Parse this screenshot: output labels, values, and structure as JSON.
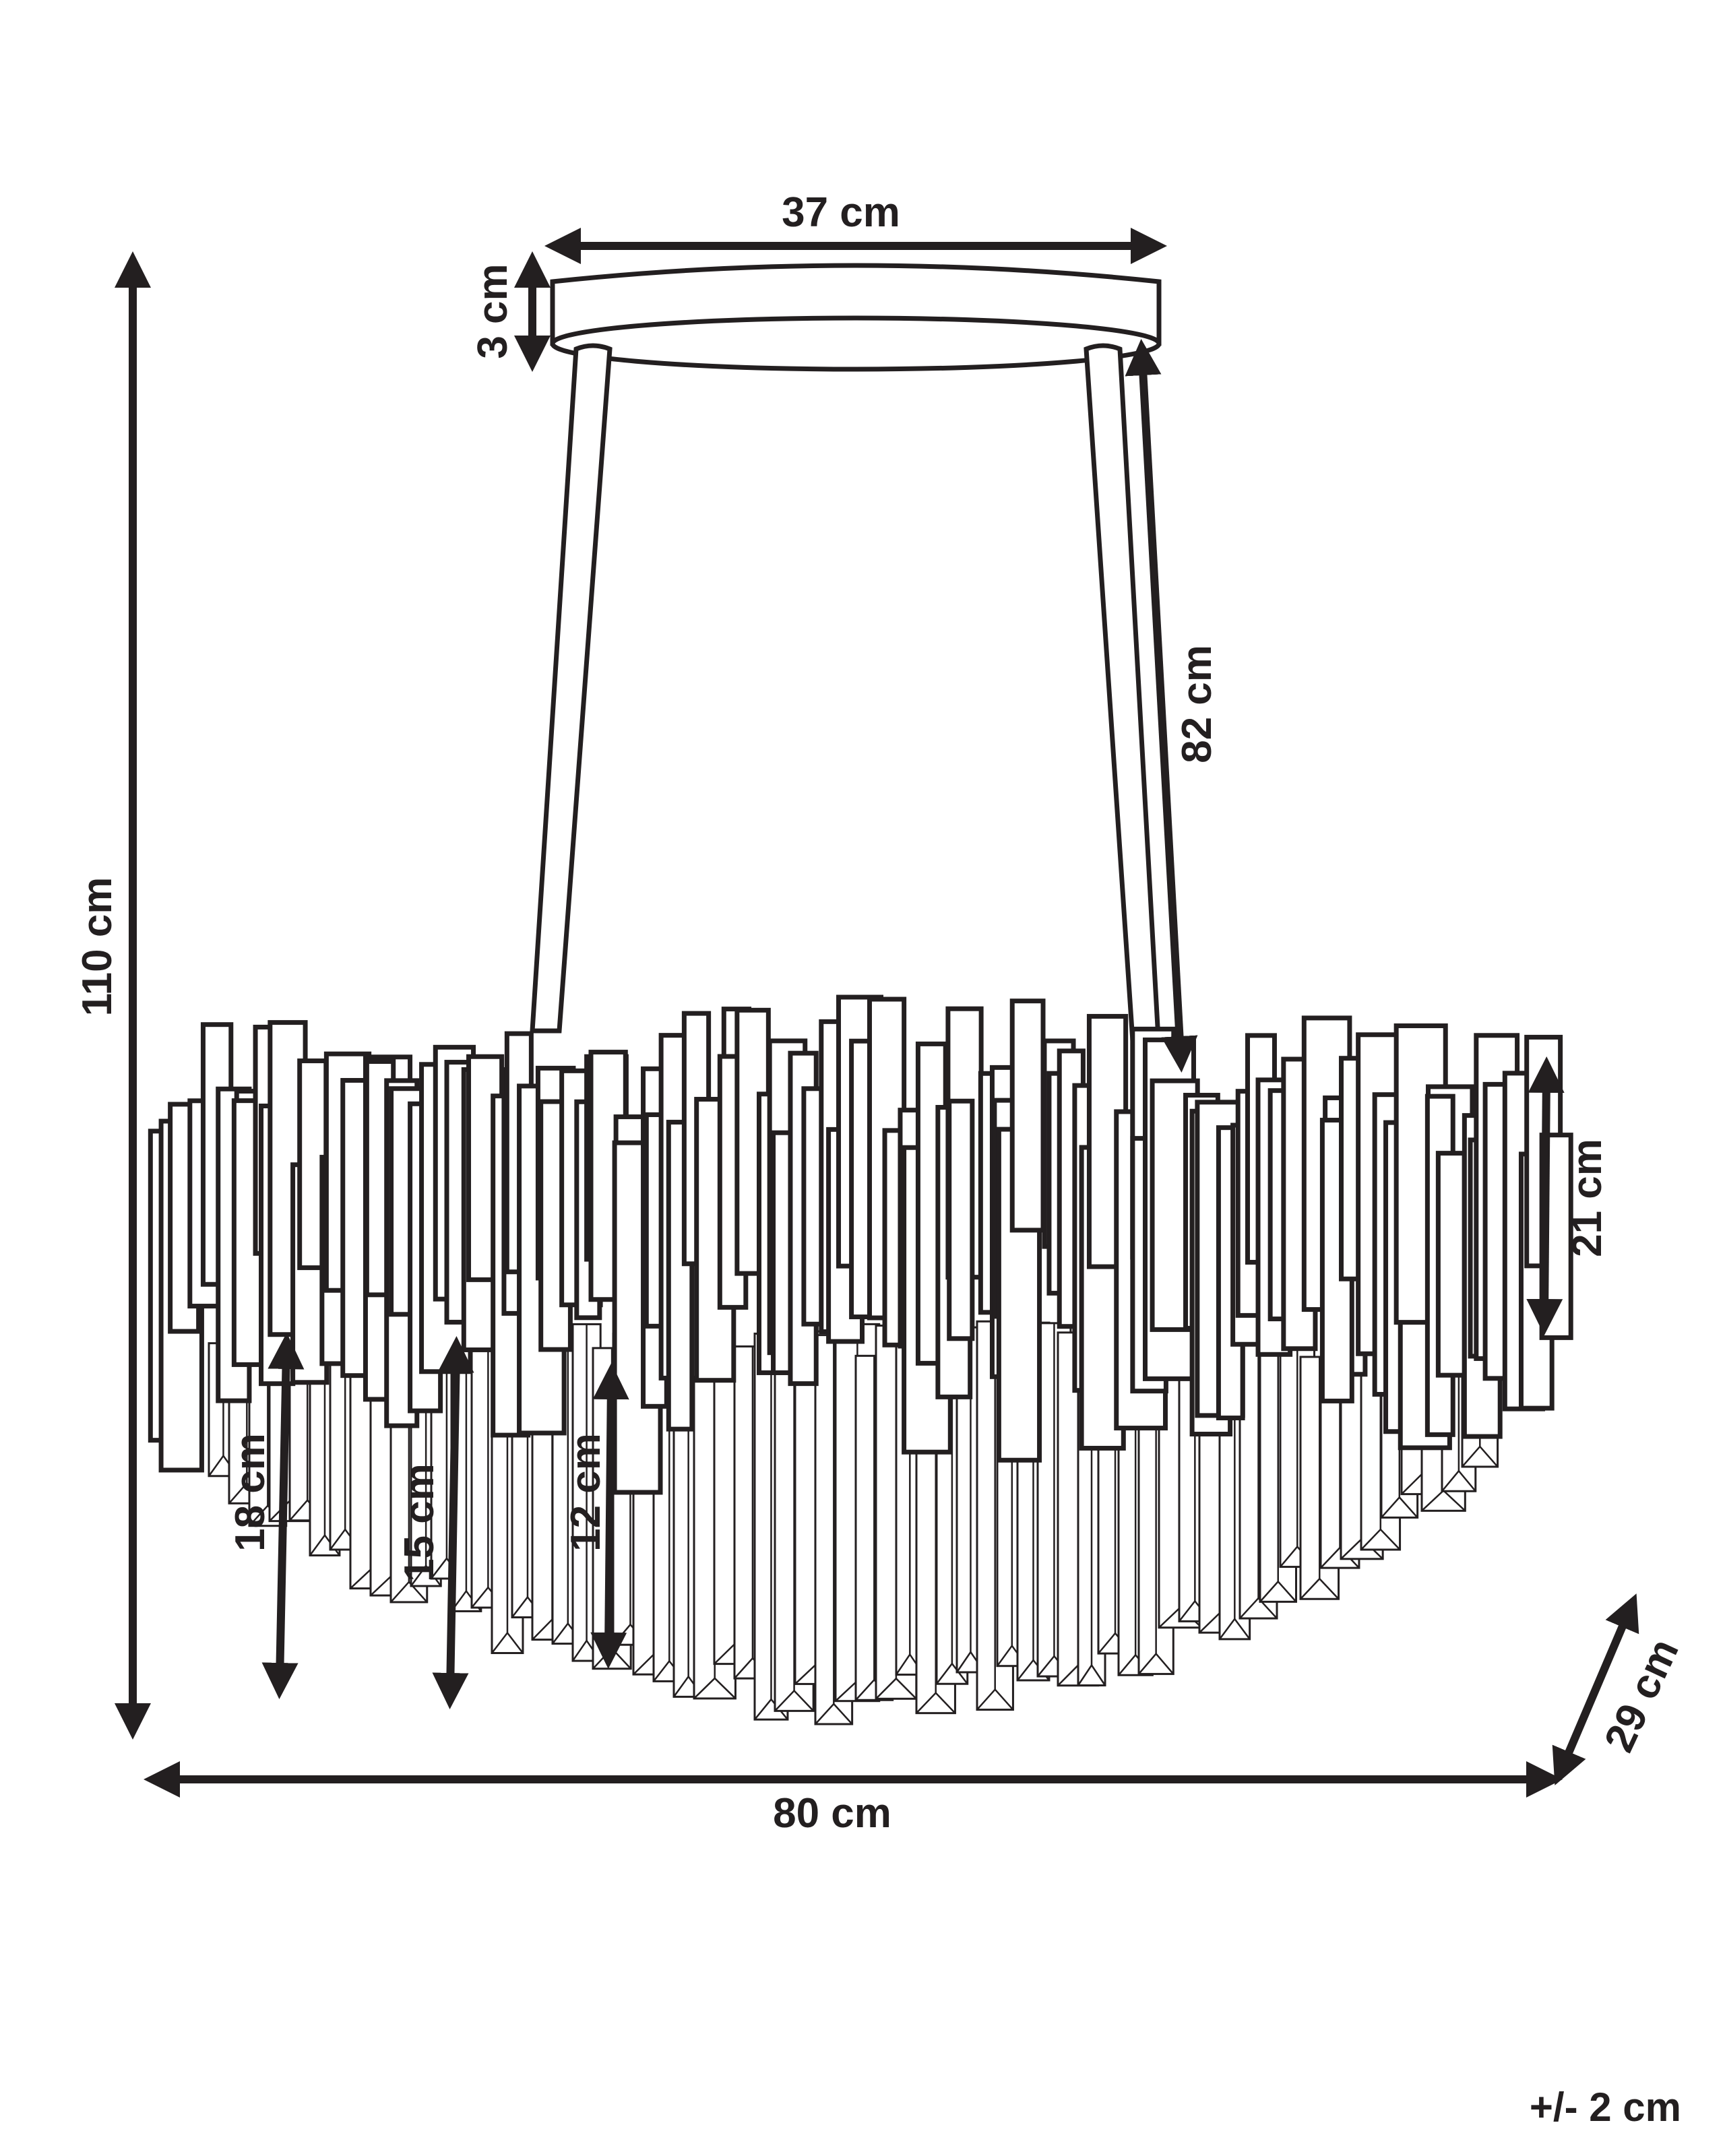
{
  "diagram": {
    "subject": "chandelier",
    "line_color": "#231f20",
    "background": "#ffffff",
    "dimensions": {
      "canopy_width": "37 cm",
      "canopy_height": "3 cm",
      "rod_length": "82 cm",
      "total_height": "110 cm",
      "shade_height": "21 cm",
      "outer_crystal_drop": "18 cm",
      "middle_crystal_drop": "15 cm",
      "inner_crystal_drop": "12 cm",
      "total_width": "80 cm",
      "depth": "29 cm"
    },
    "tolerance": "+/- 2 cm"
  }
}
